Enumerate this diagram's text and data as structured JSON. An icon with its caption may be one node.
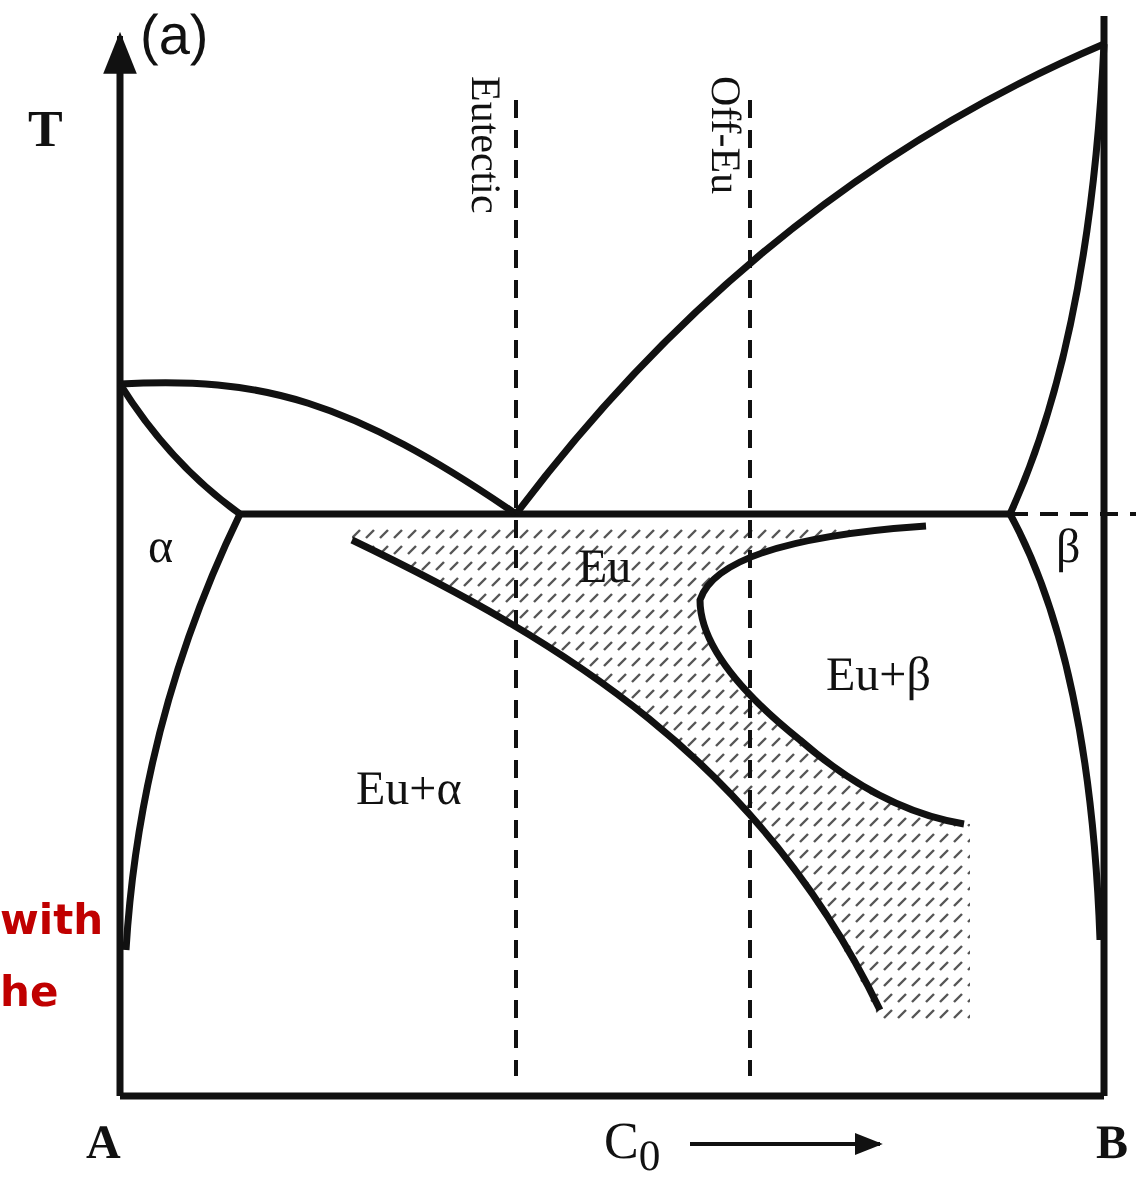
{
  "diagram": {
    "labels": [
      "(a)",
      "T",
      "Eutectic",
      "Off-Eu",
      "α",
      "Eu",
      "β",
      "Eu+β",
      "Eu+α",
      "with",
      "he",
      "A",
      "C$_{0}$",
      "B"
    ]
  }
}
